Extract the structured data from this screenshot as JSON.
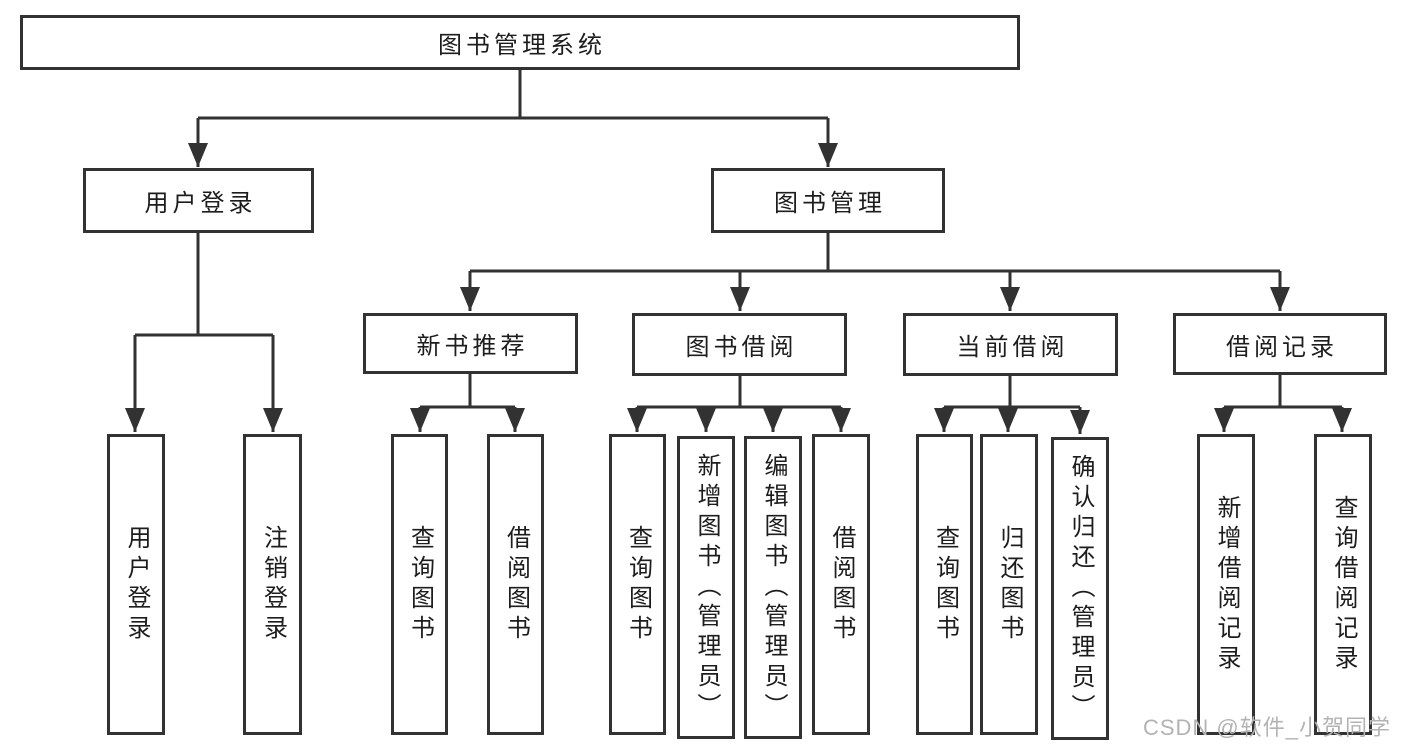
{
  "colors": {
    "line": "#323232",
    "text": "#1d1d1d",
    "background": "#ffffff",
    "watermark_color": "#b3b3b3"
  },
  "root": {
    "label": "图书管理系统"
  },
  "level2": {
    "user_login": {
      "label": "用户登录"
    },
    "book_mgmt": {
      "label": "图书管理"
    }
  },
  "level3": {
    "new_book": {
      "label": "新书推荐"
    },
    "borrow": {
      "label": "图书借阅"
    },
    "current": {
      "label": "当前借阅"
    },
    "records": {
      "label": "借阅记录"
    }
  },
  "leaves": {
    "user_login": {
      "label": "用户登录"
    },
    "logout": {
      "label": "注销登录"
    },
    "nb_query": {
      "label": "查询图书"
    },
    "nb_borrow": {
      "label": "借阅图书"
    },
    "bw_query": {
      "label": "查询图书"
    },
    "bw_add": {
      "label": "新增图书（管理员）"
    },
    "bw_edit": {
      "label": "编辑图书（管理员）"
    },
    "bw_borrow": {
      "label": "借阅图书"
    },
    "cur_query": {
      "label": "查询图书"
    },
    "cur_return": {
      "label": "归还图书"
    },
    "cur_confirm": {
      "label": "确认归还（管理员）"
    },
    "rec_add": {
      "label": "新增借阅记录"
    },
    "rec_query": {
      "label": "查询借阅记录"
    }
  },
  "watermark": {
    "text": "CSDN @软件_小贺同学"
  }
}
